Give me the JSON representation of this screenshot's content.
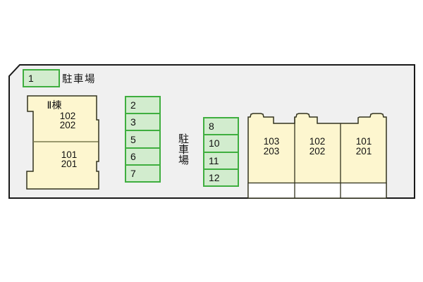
{
  "legend": {
    "space_number": "1",
    "label": "駐車場"
  },
  "parking_area_label_vertical": "駐車場",
  "parking_column_a": {
    "spaces": [
      "2",
      "3",
      "5",
      "6",
      "7"
    ]
  },
  "parking_column_b": {
    "spaces": [
      "8",
      "10",
      "11",
      "12"
    ]
  },
  "building_2": {
    "name": "Ⅱ棟",
    "upper_unit": {
      "line1": "102",
      "line2": "202"
    },
    "lower_unit": {
      "line1": "101",
      "line2": "201"
    }
  },
  "building_right": {
    "units": [
      {
        "line1": "103",
        "line2": "203"
      },
      {
        "line1": "102",
        "line2": "202"
      },
      {
        "line1": "101",
        "line2": "201"
      }
    ]
  },
  "colors": {
    "map_fill": "#f0f0f0",
    "map_border": "#1a1a1a",
    "parking_fill": "#d2ecce",
    "parking_border": "#3fae3f",
    "building_fill": "#fdf6cf",
    "building_border": "#32321e",
    "building_divider": "#7a7a4e",
    "unit_lower_fill": "#ffffff"
  }
}
